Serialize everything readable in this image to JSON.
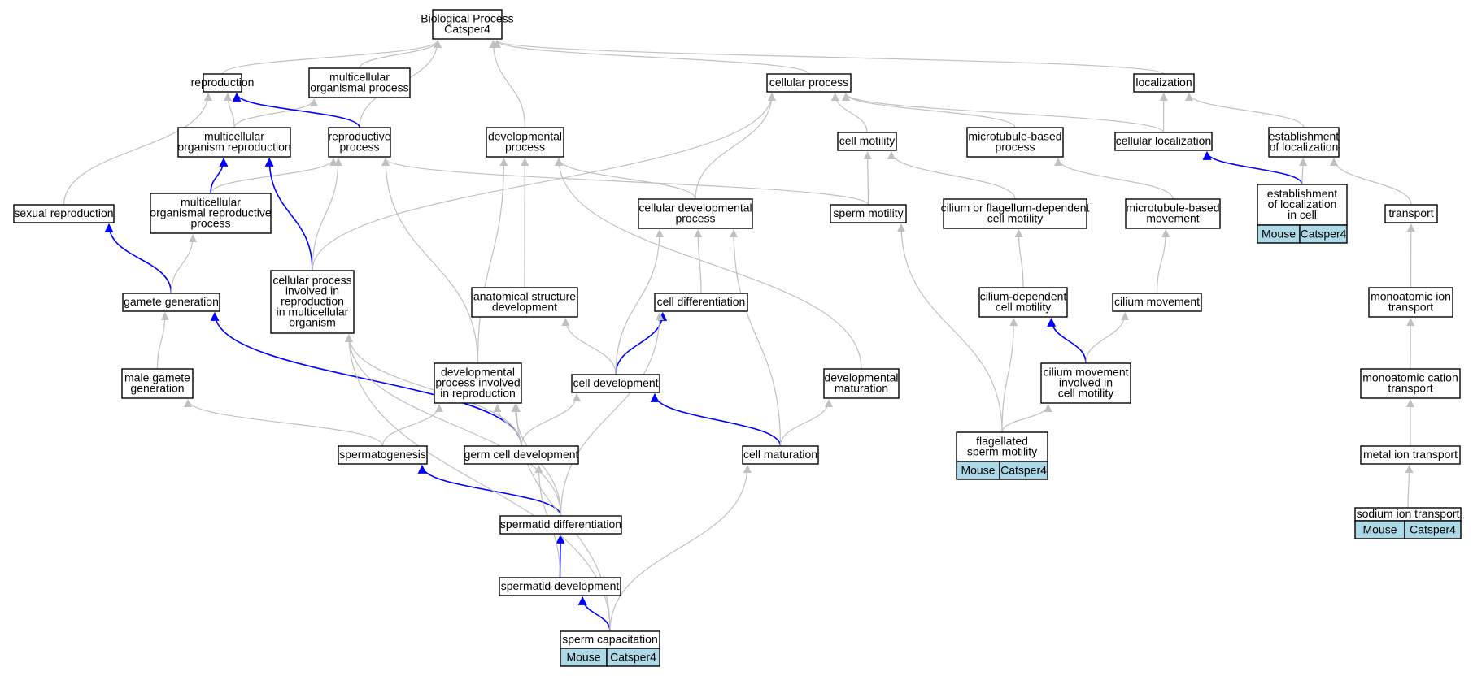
{
  "colors": {
    "edge_default": "#c0c0c0",
    "edge_highlight": "#0000ff",
    "node_border": "#000000",
    "annotation_fill": "#add8e6"
  },
  "nodes": [
    {
      "id": "bp",
      "lines": [
        "Biological Process",
        "Catsper4"
      ]
    },
    {
      "id": "repro",
      "lines": [
        "reproduction"
      ]
    },
    {
      "id": "mop",
      "lines": [
        "multicellular",
        "organismal process"
      ]
    },
    {
      "id": "cellproc",
      "lines": [
        "cellular process"
      ]
    },
    {
      "id": "local",
      "lines": [
        "localization"
      ]
    },
    {
      "id": "mor",
      "lines": [
        "multicellular",
        "organism reproduction"
      ]
    },
    {
      "id": "rp",
      "lines": [
        "reproductive",
        "process"
      ]
    },
    {
      "id": "devp",
      "lines": [
        "developmental",
        "process"
      ]
    },
    {
      "id": "cellmot",
      "lines": [
        "cell motility"
      ]
    },
    {
      "id": "mtbp",
      "lines": [
        "microtubule-based",
        "process"
      ]
    },
    {
      "id": "cellloc",
      "lines": [
        "cellular localization"
      ]
    },
    {
      "id": "estloc",
      "lines": [
        "establishment",
        "of localization"
      ]
    },
    {
      "id": "sexrep",
      "lines": [
        "sexual reproduction"
      ]
    },
    {
      "id": "morp",
      "lines": [
        "multicellular",
        "organismal reproductive",
        "process"
      ]
    },
    {
      "id": "cdp",
      "lines": [
        "cellular developmental",
        "process"
      ]
    },
    {
      "id": "spmot",
      "lines": [
        "sperm motility"
      ]
    },
    {
      "id": "cfdcm",
      "lines": [
        "cilium or flagellum-dependent",
        "cell motility"
      ]
    },
    {
      "id": "mtbm",
      "lines": [
        "microtubule-based",
        "movement"
      ]
    },
    {
      "id": "estcell",
      "lines": [
        "establishment",
        "of localization",
        "in cell"
      ],
      "badge": [
        "Mouse",
        "Catsper4"
      ]
    },
    {
      "id": "transport",
      "lines": [
        "transport"
      ]
    },
    {
      "id": "gamgen",
      "lines": [
        "gamete generation"
      ]
    },
    {
      "id": "cpimo",
      "lines": [
        "cellular process",
        "involved in",
        "reproduction",
        "in multicellular",
        "organism"
      ]
    },
    {
      "id": "asd",
      "lines": [
        "anatomical structure",
        "development"
      ]
    },
    {
      "id": "celldiff",
      "lines": [
        "cell differentiation"
      ]
    },
    {
      "id": "cdcm",
      "lines": [
        "cilium-dependent",
        "cell motility"
      ]
    },
    {
      "id": "cilmov",
      "lines": [
        "cilium movement"
      ]
    },
    {
      "id": "mait",
      "lines": [
        "monoatomic ion",
        "transport"
      ]
    },
    {
      "id": "malegam",
      "lines": [
        "male gamete",
        "generation"
      ]
    },
    {
      "id": "dpir",
      "lines": [
        "developmental",
        "process involved",
        "in reproduction"
      ]
    },
    {
      "id": "celldev",
      "lines": [
        "cell development"
      ]
    },
    {
      "id": "devmat",
      "lines": [
        "developmental",
        "maturation"
      ]
    },
    {
      "id": "cmicm",
      "lines": [
        "cilium movement",
        "involved in",
        "cell motility"
      ]
    },
    {
      "id": "mact",
      "lines": [
        "monoatomic cation",
        "transport"
      ]
    },
    {
      "id": "spermato",
      "lines": [
        "spermatogenesis"
      ]
    },
    {
      "id": "gcd",
      "lines": [
        "germ cell development"
      ]
    },
    {
      "id": "cellmat",
      "lines": [
        "cell maturation"
      ]
    },
    {
      "id": "flagsm",
      "lines": [
        "flagellated",
        "sperm motility"
      ],
      "badge": [
        "Mouse",
        "Catsper4"
      ]
    },
    {
      "id": "metion",
      "lines": [
        "metal ion transport"
      ]
    },
    {
      "id": "spdiff",
      "lines": [
        "spermatid differentiation"
      ]
    },
    {
      "id": "sodium",
      "lines": [
        "sodium ion transport"
      ],
      "badge": [
        "Mouse",
        "Catsper4"
      ]
    },
    {
      "id": "spdev",
      "lines": [
        "spermatid development"
      ]
    },
    {
      "id": "spcap",
      "lines": [
        "sperm capacitation"
      ],
      "badge": [
        "Mouse",
        "Catsper4"
      ]
    }
  ],
  "edges": [
    {
      "from": "repro",
      "to": "bp",
      "kind": "default"
    },
    {
      "from": "mop",
      "to": "bp",
      "kind": "default"
    },
    {
      "from": "cellproc",
      "to": "bp",
      "kind": "default"
    },
    {
      "from": "local",
      "to": "bp",
      "kind": "default"
    },
    {
      "from": "rp",
      "to": "bp",
      "kind": "default"
    },
    {
      "from": "devp",
      "to": "bp",
      "kind": "default"
    },
    {
      "from": "mor",
      "to": "repro",
      "kind": "default"
    },
    {
      "from": "mor",
      "to": "mop",
      "kind": "default"
    },
    {
      "from": "rp",
      "to": "repro",
      "kind": "highlight"
    },
    {
      "from": "sexrep",
      "to": "repro",
      "kind": "default"
    },
    {
      "from": "cellmot",
      "to": "cellproc",
      "kind": "default"
    },
    {
      "from": "mtbp",
      "to": "cellproc",
      "kind": "default"
    },
    {
      "from": "cellloc",
      "to": "cellproc",
      "kind": "default"
    },
    {
      "from": "cellloc",
      "to": "local",
      "kind": "default"
    },
    {
      "from": "estloc",
      "to": "local",
      "kind": "default"
    },
    {
      "from": "morp",
      "to": "mor",
      "kind": "highlight"
    },
    {
      "from": "morp",
      "to": "rp",
      "kind": "default"
    },
    {
      "from": "cdp",
      "to": "devp",
      "kind": "default"
    },
    {
      "from": "cdp",
      "to": "cellproc",
      "kind": "default"
    },
    {
      "from": "spmot",
      "to": "cellmot",
      "kind": "default"
    },
    {
      "from": "spmot",
      "to": "rp",
      "kind": "default"
    },
    {
      "from": "cfdcm",
      "to": "cellmot",
      "kind": "default"
    },
    {
      "from": "mtbm",
      "to": "mtbp",
      "kind": "default"
    },
    {
      "from": "estcell",
      "to": "cellloc",
      "kind": "highlight"
    },
    {
      "from": "estcell",
      "to": "estloc",
      "kind": "default"
    },
    {
      "from": "transport",
      "to": "estloc",
      "kind": "default"
    },
    {
      "from": "gamgen",
      "to": "sexrep",
      "kind": "highlight"
    },
    {
      "from": "gamgen",
      "to": "morp",
      "kind": "default"
    },
    {
      "from": "cpimo",
      "to": "mor",
      "kind": "highlight"
    },
    {
      "from": "cpimo",
      "to": "rp",
      "kind": "default"
    },
    {
      "from": "cpimo",
      "to": "cellproc",
      "kind": "default"
    },
    {
      "from": "asd",
      "to": "devp",
      "kind": "default"
    },
    {
      "from": "celldiff",
      "to": "cdp",
      "kind": "default"
    },
    {
      "from": "cdcm",
      "to": "cfdcm",
      "kind": "default"
    },
    {
      "from": "cilmov",
      "to": "mtbm",
      "kind": "default"
    },
    {
      "from": "mait",
      "to": "transport",
      "kind": "default"
    },
    {
      "from": "malegam",
      "to": "gamgen",
      "kind": "default"
    },
    {
      "from": "dpir",
      "to": "rp",
      "kind": "default"
    },
    {
      "from": "dpir",
      "to": "devp",
      "kind": "default"
    },
    {
      "from": "celldev",
      "to": "asd",
      "kind": "default"
    },
    {
      "from": "celldev",
      "to": "celldiff",
      "kind": "highlight"
    },
    {
      "from": "celldev",
      "to": "cdp",
      "kind": "default"
    },
    {
      "from": "devmat",
      "to": "devp",
      "kind": "default"
    },
    {
      "from": "cmicm",
      "to": "cdcm",
      "kind": "highlight"
    },
    {
      "from": "cmicm",
      "to": "cilmov",
      "kind": "default"
    },
    {
      "from": "mact",
      "to": "mait",
      "kind": "default"
    },
    {
      "from": "spermato",
      "to": "malegam",
      "kind": "default"
    },
    {
      "from": "spermato",
      "to": "dpir",
      "kind": "default"
    },
    {
      "from": "gcd",
      "to": "gamgen",
      "kind": "highlight"
    },
    {
      "from": "gcd",
      "to": "cpimo",
      "kind": "default"
    },
    {
      "from": "gcd",
      "to": "dpir",
      "kind": "default"
    },
    {
      "from": "gcd",
      "to": "celldev",
      "kind": "default"
    },
    {
      "from": "cellmat",
      "to": "celldev",
      "kind": "highlight"
    },
    {
      "from": "cellmat",
      "to": "devmat",
      "kind": "default"
    },
    {
      "from": "cellmat",
      "to": "cdp",
      "kind": "default"
    },
    {
      "from": "flagsm",
      "to": "spmot",
      "kind": "default"
    },
    {
      "from": "flagsm",
      "to": "cdcm",
      "kind": "default"
    },
    {
      "from": "flagsm",
      "to": "cmicm",
      "kind": "default"
    },
    {
      "from": "metion",
      "to": "mact",
      "kind": "default"
    },
    {
      "from": "spdiff",
      "to": "spermato",
      "kind": "highlight"
    },
    {
      "from": "spdiff",
      "to": "cpimo",
      "kind": "default"
    },
    {
      "from": "spdiff",
      "to": "dpir",
      "kind": "default"
    },
    {
      "from": "spdiff",
      "to": "celldiff",
      "kind": "default"
    },
    {
      "from": "sodium",
      "to": "metion",
      "kind": "default"
    },
    {
      "from": "spdev",
      "to": "spdiff",
      "kind": "highlight"
    },
    {
      "from": "spdev",
      "to": "gcd",
      "kind": "default"
    },
    {
      "from": "spcap",
      "to": "spdev",
      "kind": "highlight"
    },
    {
      "from": "spcap",
      "to": "cpimo",
      "kind": "default"
    },
    {
      "from": "spcap",
      "to": "dpir",
      "kind": "default"
    },
    {
      "from": "spcap",
      "to": "cellmat",
      "kind": "default"
    }
  ]
}
